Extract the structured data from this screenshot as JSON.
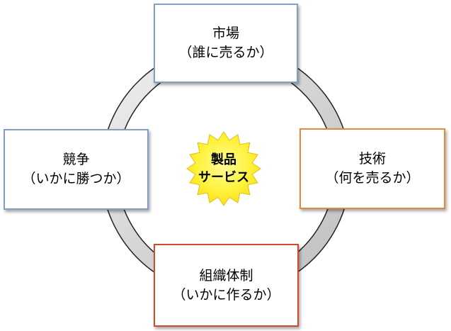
{
  "center": {
    "line1": "製品",
    "line2": "サービス"
  },
  "nodes": {
    "top": {
      "line1": "市場",
      "line2": "（誰に売るか）"
    },
    "left": {
      "line1": "競争",
      "line2": "（いかに勝つか）"
    },
    "right": {
      "line1": "技術",
      "line2": "（何を売るか）"
    },
    "bottom": {
      "line1": "組織体制",
      "line2": "（いかに作るか）"
    }
  },
  "colors": {
    "top_border": "#7f9fc8",
    "left_border": "#7f9fc8",
    "right_border": "#e08a3a",
    "bottom_border": "#d24a2a",
    "ring_fill": "#dcdcdc",
    "ring_stroke": "#222222",
    "star_fill": "#fff23a",
    "star_stroke": "#e0c020"
  }
}
